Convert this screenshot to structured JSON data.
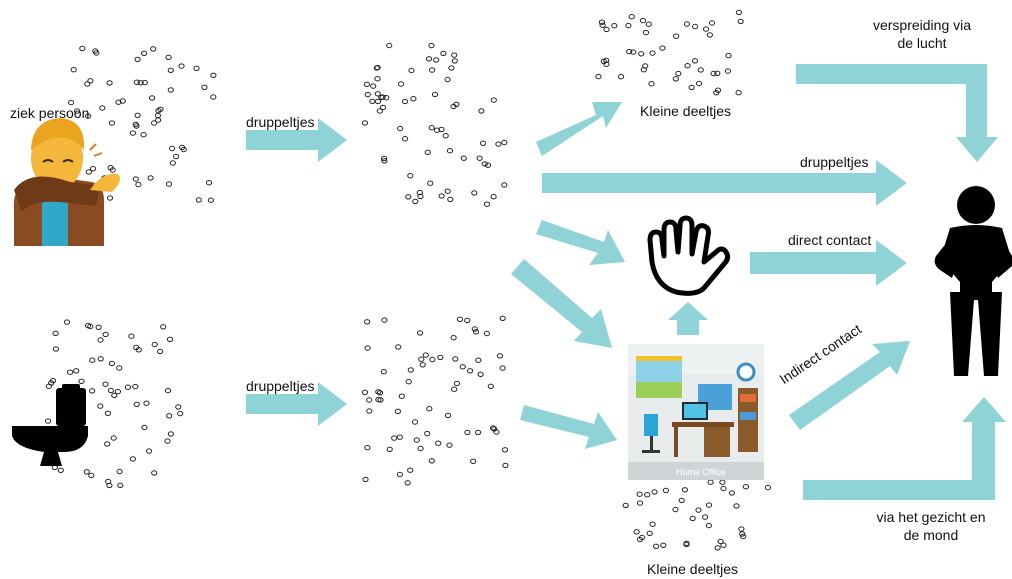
{
  "colors": {
    "arrow": "#8fd3d6",
    "person": "#000000",
    "skin": "#f4b63b",
    "coat": "#8a4b23",
    "shirt": "#30a9c9"
  },
  "labels": {
    "sick_person": "ziek persoon",
    "droplets_top": "druppeltjes",
    "droplets_bottom": "druppeltjes",
    "small_particles_top": "Kleine deeltjes",
    "small_particles_bottom": "Kleine deeltjes",
    "airborne_line1": "verspreiding via",
    "airborne_line2": "de lucht",
    "droplets_direct": "druppeltjes",
    "direct_contact": "direct contact",
    "indirect_contact": "Indirect contact",
    "face_mouth_line1": "via het gezicht en",
    "face_mouth_line2": "de mond",
    "office_caption": "Home Office"
  },
  "icons": [
    "sick-person-icon",
    "toilet-icon",
    "hand-icon",
    "home-office-icon",
    "person-icon"
  ]
}
